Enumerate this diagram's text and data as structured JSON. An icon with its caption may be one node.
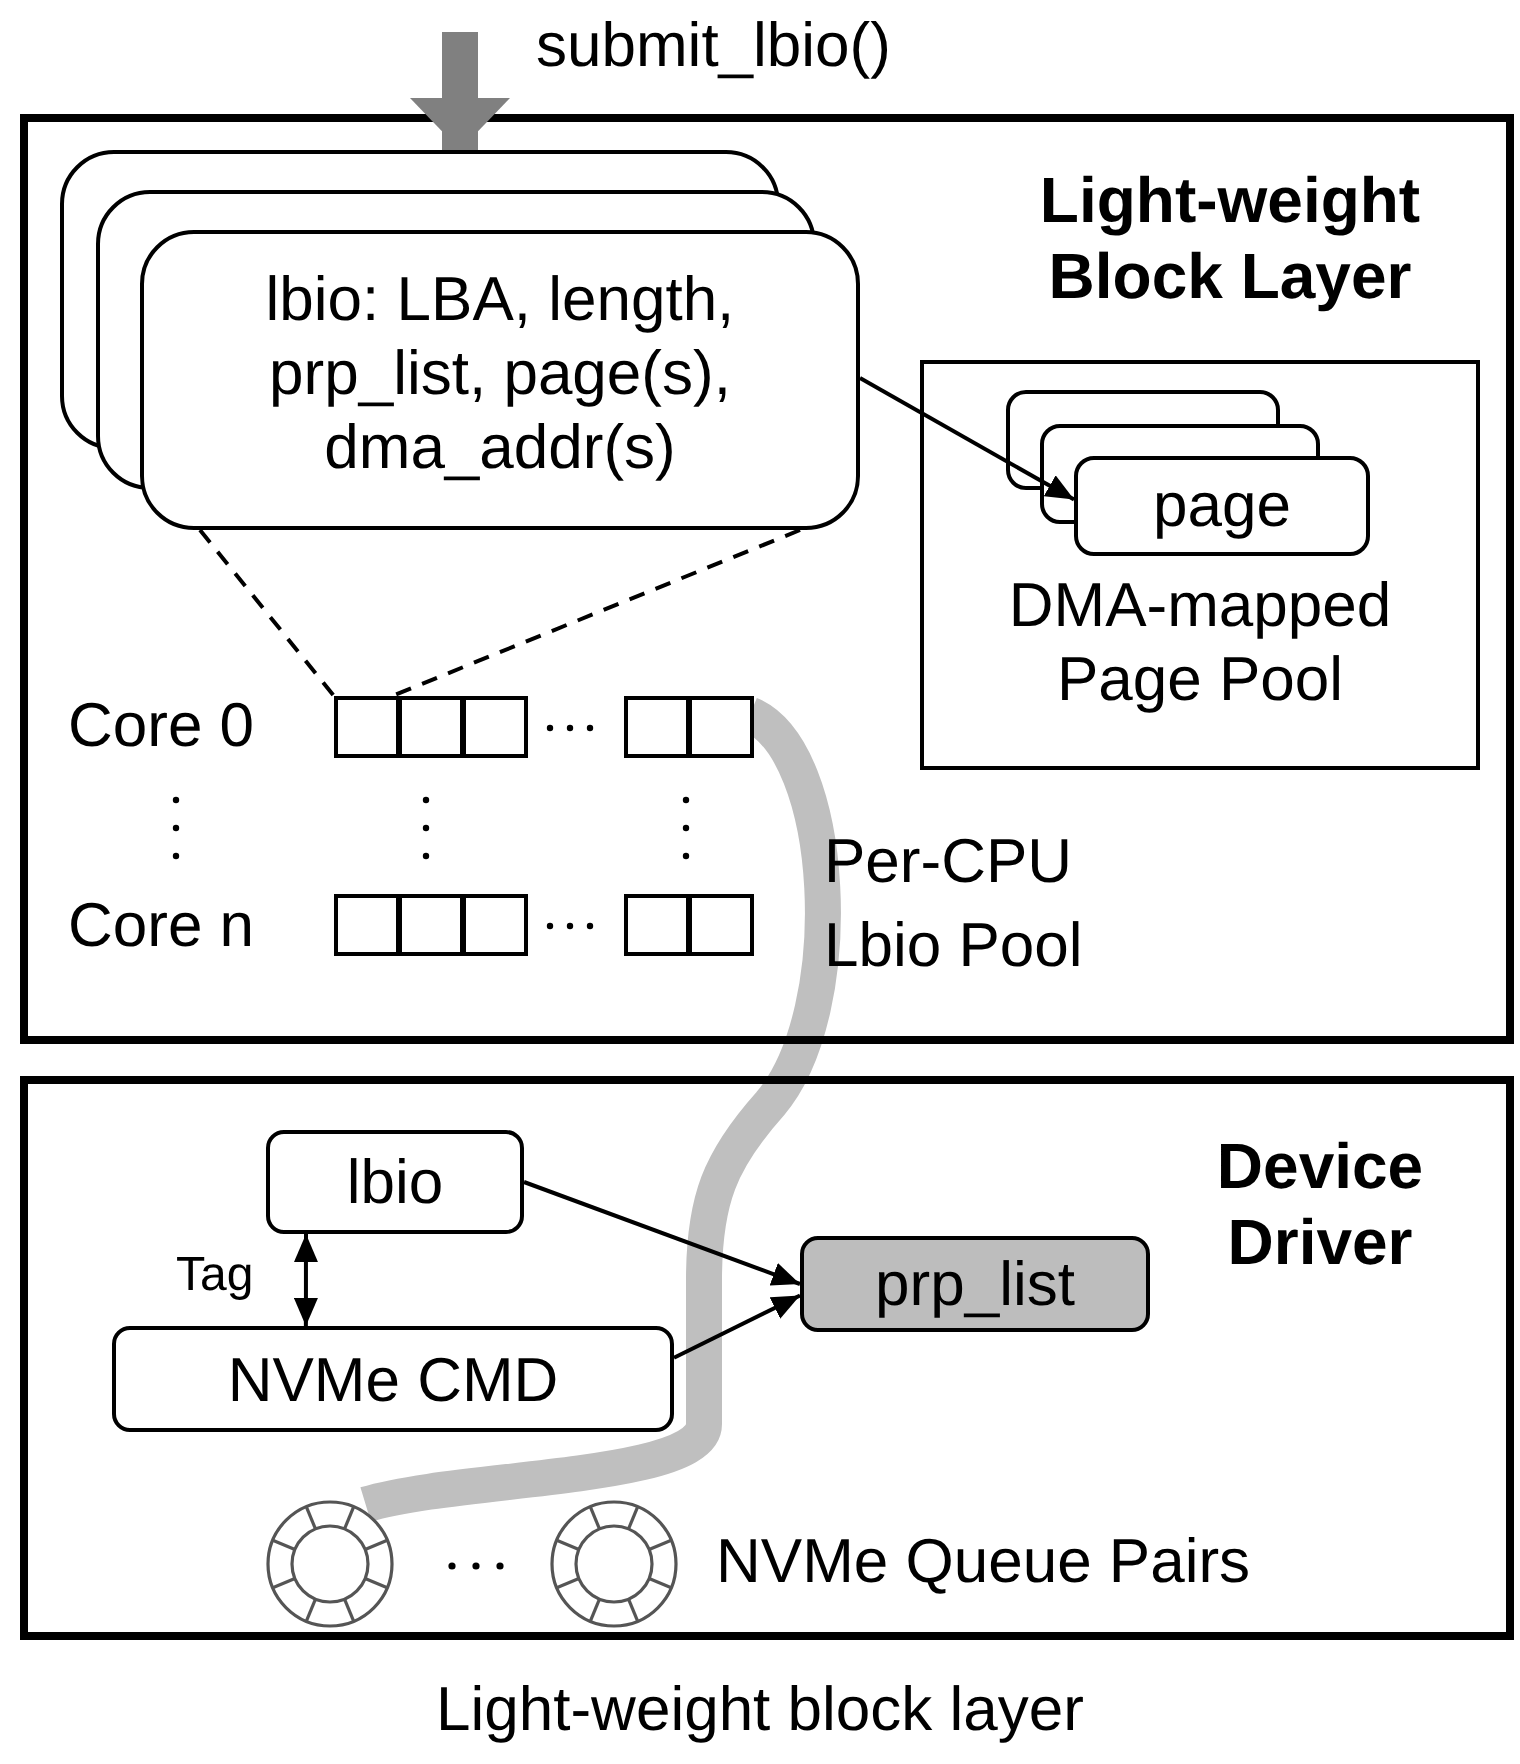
{
  "diagram": {
    "caption": "Light-weight block layer",
    "nodes": [
      {
        "text": [
          "Light-weight Block Layer"
        ]
      },
      {
        "text": [
          "lbio: LBA, length, prp_list, page(s), dma_addr(s)"
        ],
        "in": 0
      },
      {
        "text": [
          "DMA-mapped Page Pool"
        ],
        "in": 0
      },
      {
        "text": [
          "page"
        ],
        "in": 2
      },
      {
        "text": [],
        "shape": "box",
        "in": 0
      },
      {
        "text": [],
        "shape": "box",
        "in": 0
      },
      {
        "text": [
          "Device Driver"
        ]
      },
      {
        "text": [
          "lbio"
        ],
        "in": 6
      },
      {
        "text": [
          "prp_list"
        ],
        "in": 6
      },
      {
        "text": [
          "NVMe CMD"
        ],
        "in": 6
      },
      {
        "text": [],
        "shape": "circle",
        "in": 6
      },
      {
        "text": [],
        "shape": "circle",
        "in": 6
      }
    ],
    "edges": [
      {
        "from": null,
        "to": 1,
        "arrow": "to",
        "label": "submit_lbio()",
        "style": "thick",
        "color": "#808080"
      },
      {
        "from": 1,
        "to": 3,
        "arrow": "to"
      },
      {
        "from": 1,
        "to": 4,
        "arrow": "none",
        "style": "dashed"
      },
      {
        "from": 1,
        "to": 4,
        "arrow": "none",
        "style": "dashed"
      },
      {
        "from": 4,
        "to": 10,
        "arrow": "none",
        "style": "thick",
        "color": "#bfbfbf"
      },
      {
        "from": 7,
        "to": 9,
        "arrow": "both",
        "label": "Tag"
      },
      {
        "from": 7,
        "to": 8,
        "arrow": "to"
      },
      {
        "from": 9,
        "to": 8,
        "arrow": "to"
      }
    ],
    "labels": [
      "Core 0",
      "Core n",
      "Per-CPU Lbio Pool",
      "NVMe Queue Pairs"
    ]
  }
}
